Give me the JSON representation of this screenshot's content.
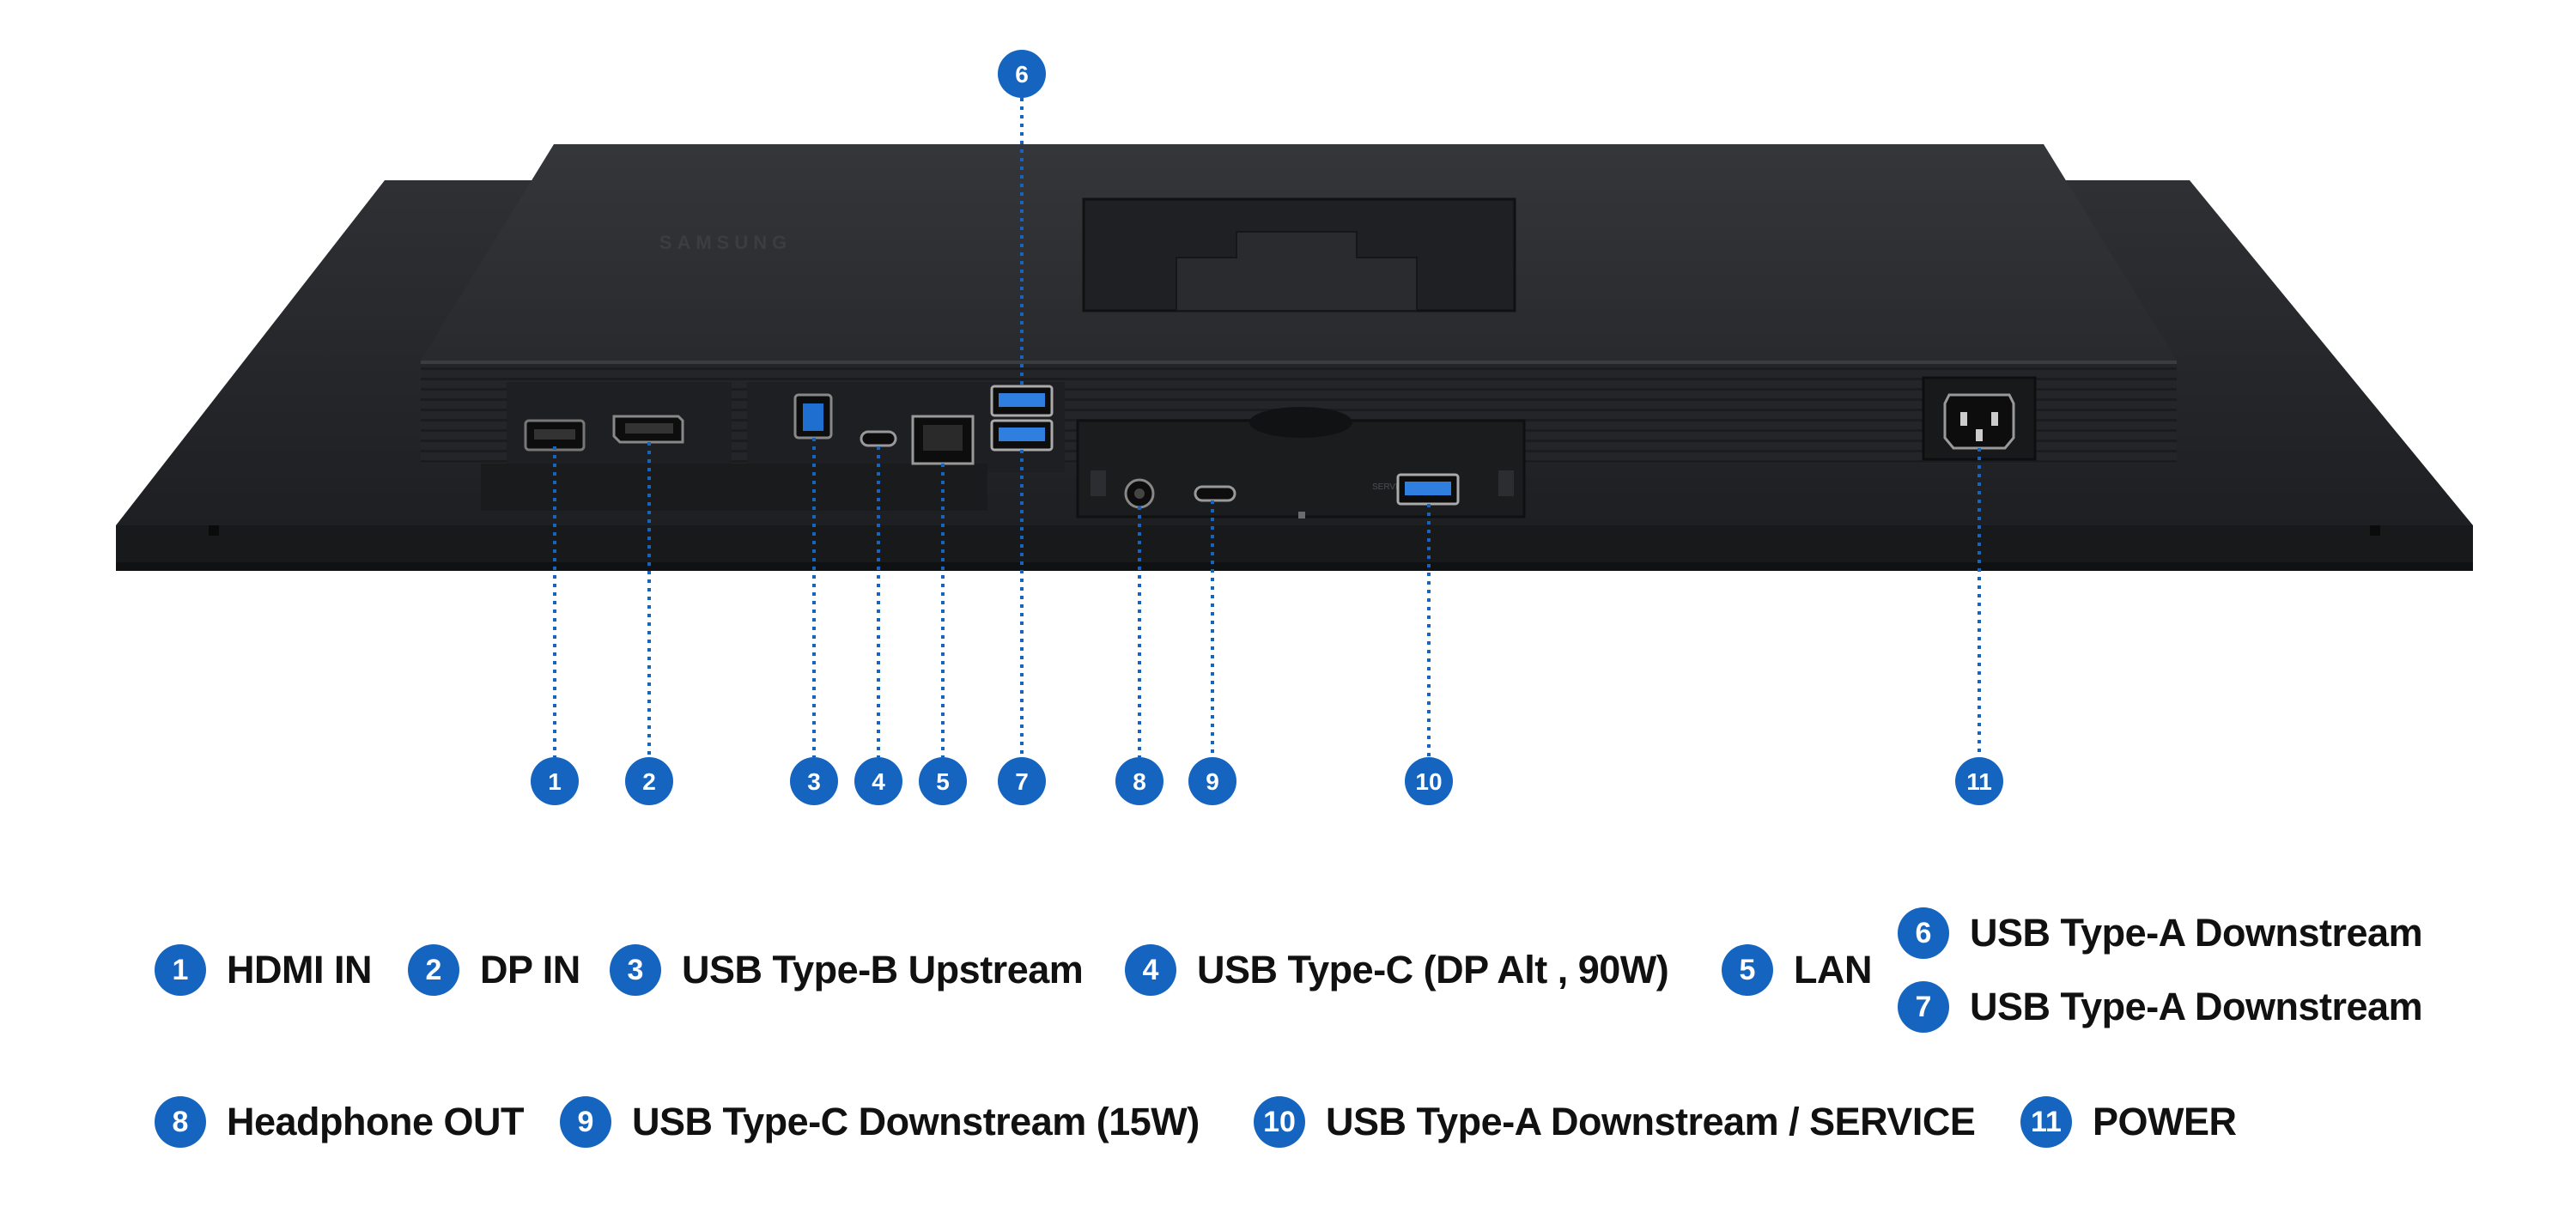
{
  "brand": "SAMSUNG",
  "accent_color": "#1565c0",
  "body_color": "#2a2b2e",
  "callouts": [
    {
      "num": "1"
    },
    {
      "num": "2"
    },
    {
      "num": "3"
    },
    {
      "num": "4"
    },
    {
      "num": "5"
    },
    {
      "num": "6"
    },
    {
      "num": "7"
    },
    {
      "num": "8"
    },
    {
      "num": "9"
    },
    {
      "num": "10"
    },
    {
      "num": "11"
    }
  ],
  "legend": [
    {
      "num": "1",
      "label": "HDMI IN"
    },
    {
      "num": "2",
      "label": "DP IN"
    },
    {
      "num": "3",
      "label": "USB Type-B Upstream"
    },
    {
      "num": "4",
      "label": "USB Type-C (DP Alt , 90W)"
    },
    {
      "num": "5",
      "label": "LAN"
    },
    {
      "num": "6",
      "label": "USB Type-A Downstream"
    },
    {
      "num": "7",
      "label": "USB Type-A Downstream"
    },
    {
      "num": "8",
      "label": "Headphone OUT"
    },
    {
      "num": "9",
      "label": "USB Type-C Downstream (15W)"
    },
    {
      "num": "10",
      "label": "USB Type-A Downstream / SERVICE"
    },
    {
      "num": "11",
      "label": "POWER"
    }
  ]
}
